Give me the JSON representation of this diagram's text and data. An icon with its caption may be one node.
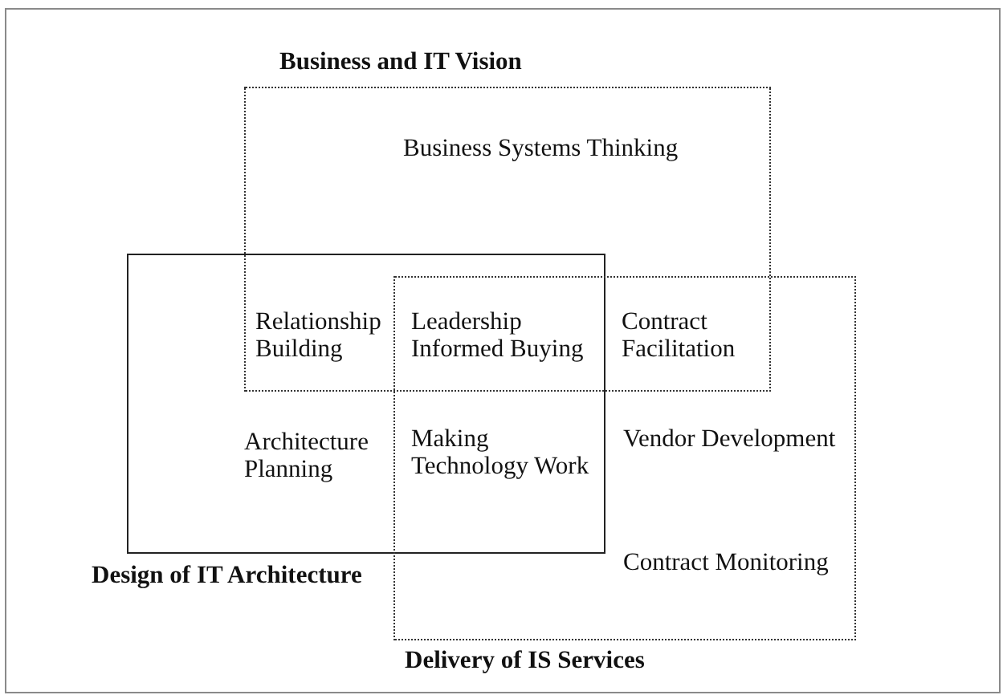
{
  "diagram": {
    "nodes": [
      {
        "text": [
          "Business and IT Vision"
        ]
      },
      {
        "text": [
          "Design of IT Architecture"
        ]
      },
      {
        "text": [
          "Delivery of IS Services"
        ]
      }
    ],
    "labels": [
      "Business Systems Thinking",
      "Relationship Building",
      "Leadership Informed Buying",
      "Contract Facilitation",
      "Architecture Planning",
      "Making Technology Work",
      "Vendor Development",
      "Contract Monitoring"
    ]
  }
}
